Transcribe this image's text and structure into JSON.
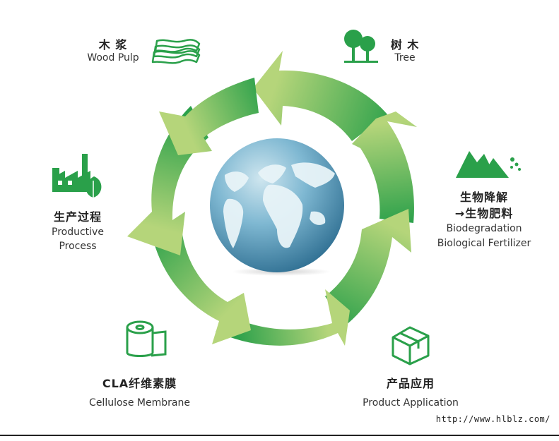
{
  "colors": {
    "ring_dark": "#2aa04a",
    "ring_light": "#b5d57a",
    "icon_green": "#2aa04a",
    "globe_ocean": "#4a8fb5",
    "globe_land": "#e8f4f8"
  },
  "nodes": {
    "wood_pulp": {
      "zh": "木 浆",
      "en": "Wood Pulp",
      "icon": "paper-sheets-icon"
    },
    "tree": {
      "zh": "树 木",
      "en": "Tree",
      "icon": "trees-icon"
    },
    "biodegradation": {
      "zh1": "生物降解",
      "zh2": "→生物肥料",
      "en1": "Biodegradation",
      "en2": "Biological Fertilizer",
      "icon": "mountain-icon"
    },
    "production": {
      "zh": "生产过程",
      "en1": "Productive",
      "en2": "Process",
      "icon": "factory-icon"
    },
    "membrane": {
      "zh": "CLA纤维素膜",
      "en": "Cellulose Membrane",
      "icon": "paper-roll-icon"
    },
    "application": {
      "zh": "产品应用",
      "en": "Product Application",
      "icon": "box-icon"
    }
  },
  "center": {
    "icon": "globe-icon"
  },
  "watermark": "http://www.hlblz.com/"
}
